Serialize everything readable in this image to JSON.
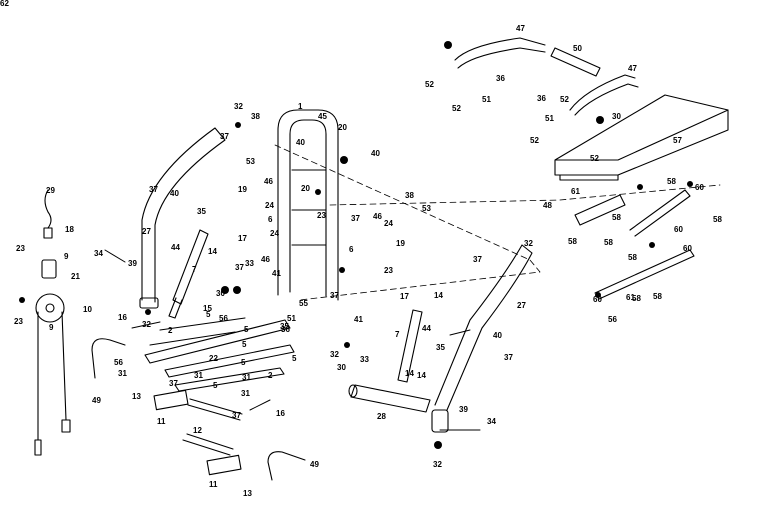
{
  "labels": [
    "1",
    "2",
    "2",
    "5",
    "5",
    "5",
    "5",
    "5",
    "5",
    "6",
    "6",
    "7",
    "7",
    "9",
    "9",
    "10",
    "11",
    "11",
    "12",
    "13",
    "13",
    "14",
    "14",
    "14",
    "14",
    "15",
    "16",
    "16",
    "17",
    "17",
    "18",
    "19",
    "19",
    "20",
    "20",
    "21",
    "22",
    "23",
    "23",
    "23",
    "23",
    "24",
    "24",
    "24",
    "27",
    "27",
    "28",
    "29",
    "30",
    "30",
    "30",
    "31",
    "31",
    "31",
    "31",
    "32",
    "32",
    "32",
    "32",
    "32",
    "33",
    "33",
    "34",
    "34",
    "35",
    "35",
    "35",
    "36",
    "36",
    "36",
    "37",
    "37",
    "37",
    "37",
    "37",
    "37",
    "37",
    "37",
    "37",
    "38",
    "38",
    "39",
    "39",
    "40",
    "40",
    "40",
    "40",
    "41",
    "41",
    "44",
    "44",
    "45",
    "46",
    "46",
    "46",
    "47",
    "47",
    "48",
    "49",
    "49",
    "50",
    "51",
    "51",
    "51",
    "52",
    "52",
    "52",
    "52",
    "52",
    "53",
    "53",
    "55",
    "56",
    "56",
    "56",
    "57",
    "58",
    "58",
    "58",
    "58",
    "58",
    "58",
    "58",
    "58",
    "60",
    "60",
    "60",
    "60",
    "61",
    "61",
    "62"
  ],
  "colors": {
    "line": "#000000",
    "background": "#ffffff"
  }
}
